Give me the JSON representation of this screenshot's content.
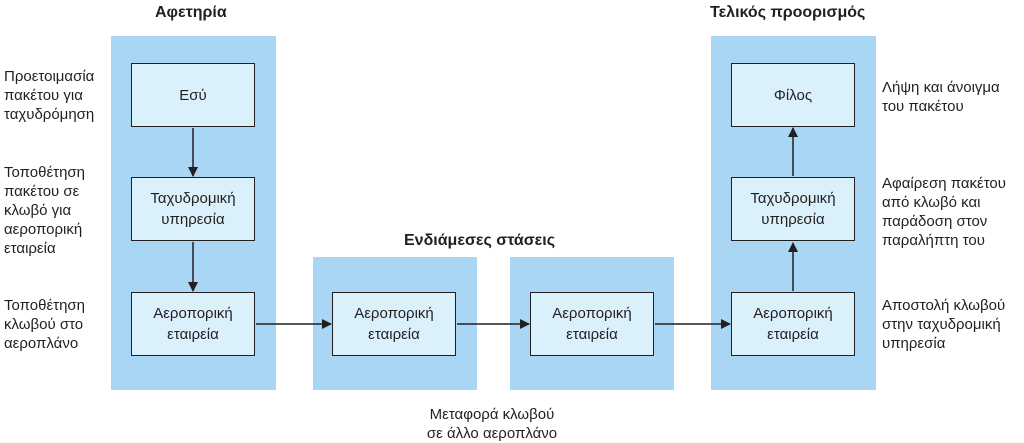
{
  "headings": {
    "origin": "Αφετηρία",
    "intermediate": "Ενδιάμεσες στάσεις",
    "destination": "Τελικός προορισμός"
  },
  "boxes": {
    "you": "Εσύ",
    "postal_origin": "Ταχυδρομική\nυπηρεσία",
    "airline_origin": "Αεροπορική\nεταιρεία",
    "airline_stop1": "Αεροπορική\nεταιρεία",
    "airline_stop2": "Αεροπορική\nεταιρεία",
    "airline_destination": "Αεροπορική\nεταιρεία",
    "postal_destination": "Ταχυδρομική\nυπηρεσία",
    "friend": "Φίλος"
  },
  "left_notes": [
    "Προετοιμασία\nπακέτου για\nταχυδρόμηση",
    "Τοποθέτηση\nπακέτου σε\nκλωβό για\nαεροπορική\nεταιρεία",
    "Τοποθέτηση\nκλωβού στο\nαεροπλάνο"
  ],
  "right_notes": [
    "Λήψη και άνοιγμα\nτου πακέτου",
    "Αφαίρεση πακέτου\nαπό κλωβό και\nπαράδοση στον\nπαραλήπτη του",
    "Αποστολή κλωβού\nστην ταχυδρομική\nυπηρεσία"
  ],
  "bottom_note": "Μεταφορά κλωβού\nσε άλλο αεροπλάνο"
}
